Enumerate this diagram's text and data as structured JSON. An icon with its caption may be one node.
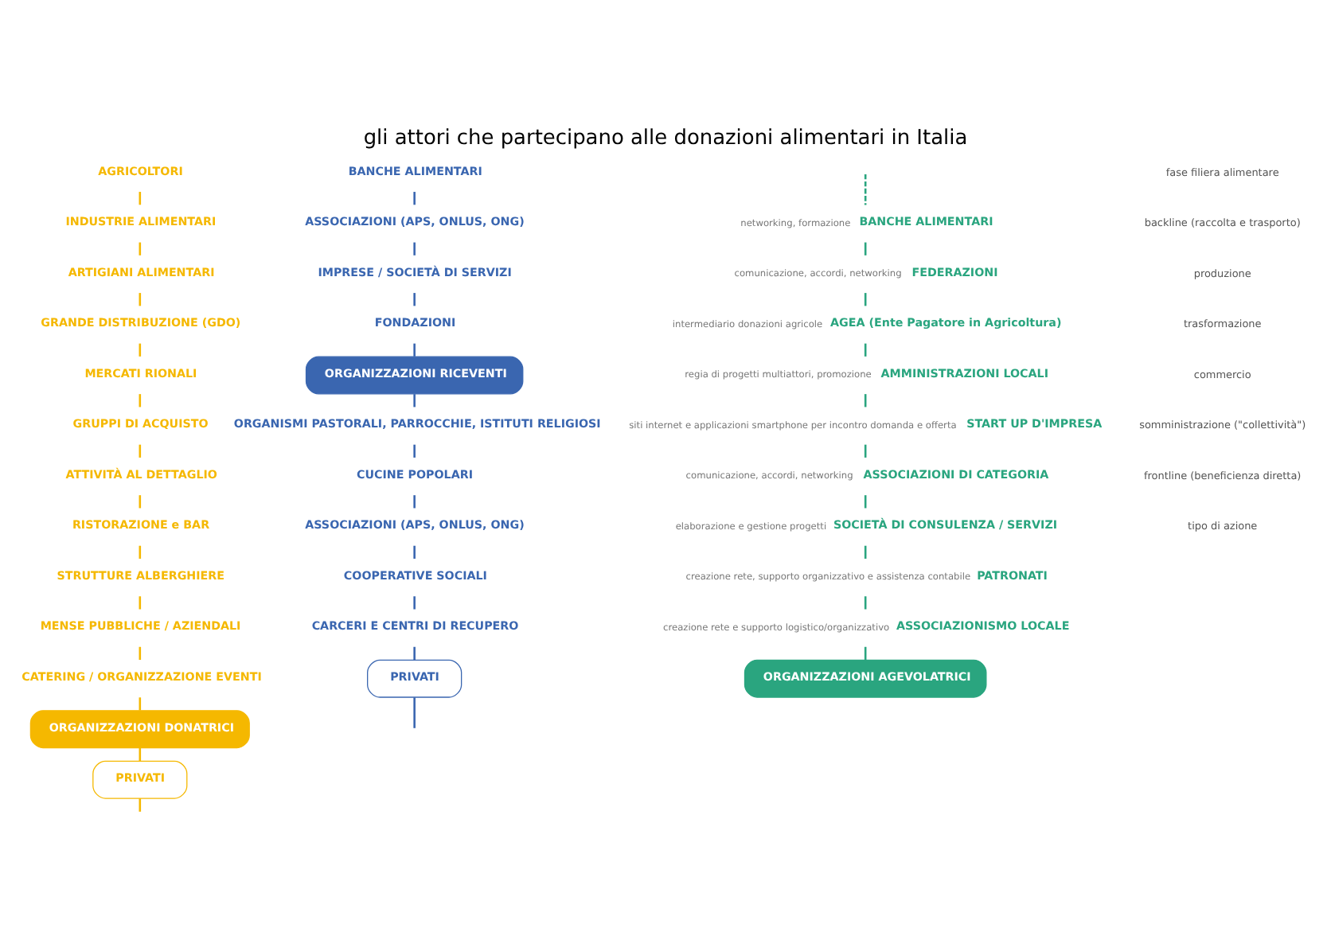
{
  "diagram": {
    "title": "gli attori che partecipano alle donazioni alimentari in Italia",
    "nodes": [
      {
        "text": [
          "AGRICOLTORI"
        ]
      },
      {
        "text": [
          "INDUSTRIE ALIMENTARI"
        ]
      },
      {
        "text": [
          "ARTIGIANI ALIMENTARI"
        ]
      },
      {
        "text": [
          "GRANDE DISTRIBUZIONE (GDO)"
        ]
      },
      {
        "text": [
          "MERCATI RIONALI"
        ]
      },
      {
        "text": [
          "GRUPPI DI ACQUISTO"
        ]
      },
      {
        "text": [
          "ATTIVITÀ AL DETTAGLIO"
        ]
      },
      {
        "text": [
          "RISTORAZIONE e BAR"
        ]
      },
      {
        "text": [
          "STRUTTURE ALBERGHIERE"
        ]
      },
      {
        "text": [
          "MENSE PUBBLICHE / AZIENDALI"
        ]
      },
      {
        "text": [
          "CATERING / ORGANIZZAZIONE EVENTI"
        ]
      },
      {
        "text": [
          "ORGANIZZAZIONI DONATRICI"
        ]
      },
      {
        "text": [
          "PRIVATI"
        ]
      },
      {
        "text": [
          "BANCHE ALIMENTARI"
        ]
      },
      {
        "text": [
          "ASSOCIAZIONI (APS, ONLUS, ONG)"
        ]
      },
      {
        "text": [
          "IMPRESE / SOCIETÀ DI SERVIZI"
        ]
      },
      {
        "text": [
          "FONDAZIONI"
        ]
      },
      {
        "text": [
          "ORGANIZZAZIONI RICEVENTI"
        ]
      },
      {
        "text": [
          "ORGANISMI PASTORALI, PARROCCHIE, ISTITUTI RELIGIOSI"
        ]
      },
      {
        "text": [
          "CUCINE POPOLARI"
        ]
      },
      {
        "text": [
          "ASSOCIAZIONI (APS, ONLUS, ONG)"
        ]
      },
      {
        "text": [
          "COOPERATIVE SOCIALI"
        ]
      },
      {
        "text": [
          "CARCERI E CENTRI DI RECUPERO"
        ]
      },
      {
        "text": [
          "PRIVATI"
        ]
      },
      {
        "text": [
          "BANCHE ALIMENTARI"
        ],
        "beside": [
          "networking, formazione"
        ]
      },
      {
        "text": [
          "FEDERAZIONI"
        ],
        "beside": [
          "comunicazione, accordi, networking"
        ]
      },
      {
        "text": [
          "AGEA (Ente Pagatore in Agricoltura)"
        ],
        "beside": [
          "intermediario donazioni agricole"
        ]
      },
      {
        "text": [
          "AMMINISTRAZIONI LOCALI"
        ],
        "beside": [
          "regia di progetti multiattori, promozione"
        ]
      },
      {
        "text": [
          "START UP D'IMPRESA"
        ],
        "beside": [
          "siti internet e applicazioni smartphone per incontro domanda e offerta"
        ]
      },
      {
        "text": [
          "ASSOCIAZIONI DI CATEGORIA"
        ],
        "beside": [
          "comunicazione, accordi, networking"
        ]
      },
      {
        "text": [
          "SOCIETÀ DI CONSULENZA / SERVIZI"
        ],
        "beside": [
          "elaborazione e gestione progetti"
        ]
      },
      {
        "text": [
          "PATRONATI"
        ],
        "beside": [
          "creazione rete, supporto organizzativo e assistenza contabile"
        ]
      },
      {
        "text": [
          "ASSOCIAZIONISMO LOCALE"
        ],
        "beside": [
          "creazione rete e supporto logistico/organizzativo"
        ]
      },
      {
        "text": [
          "ORGANIZZAZIONI AGEVOLATRICI"
        ]
      }
    ],
    "edges": [
      {
        "from": 0,
        "to": 1,
        "arrow": "none",
        "color": "#f5b800"
      },
      {
        "from": 1,
        "to": 2,
        "arrow": "none",
        "color": "#f5b800"
      },
      {
        "from": 2,
        "to": 3,
        "arrow": "none",
        "color": "#f5b800"
      },
      {
        "from": 3,
        "to": 4,
        "arrow": "none",
        "color": "#f5b800"
      },
      {
        "from": 4,
        "to": 5,
        "arrow": "none",
        "color": "#f5b800"
      },
      {
        "from": 5,
        "to": 6,
        "arrow": "none",
        "color": "#f5b800"
      },
      {
        "from": 6,
        "to": 7,
        "arrow": "none",
        "color": "#f5b800"
      },
      {
        "from": 7,
        "to": 8,
        "arrow": "none",
        "color": "#f5b800"
      },
      {
        "from": 8,
        "to": 9,
        "arrow": "none",
        "color": "#f5b800"
      },
      {
        "from": 9,
        "to": 10,
        "arrow": "none",
        "color": "#f5b800"
      },
      {
        "from": 10,
        "to": 11,
        "arrow": "none",
        "color": "#f5b800"
      },
      {
        "from": 11,
        "to": 12,
        "arrow": "none",
        "color": "#f5b800"
      },
      {
        "from": 12,
        "to": null,
        "arrow": "none",
        "color": "#f5b800"
      },
      {
        "from": 13,
        "to": 14,
        "arrow": "none",
        "color": "#3a66b0"
      },
      {
        "from": 14,
        "to": 15,
        "arrow": "none",
        "color": "#3a66b0"
      },
      {
        "from": 15,
        "to": 16,
        "arrow": "none",
        "color": "#3a66b0"
      },
      {
        "from": 16,
        "to": 17,
        "arrow": "none",
        "color": "#3a66b0"
      },
      {
        "from": 17,
        "to": 18,
        "arrow": "none",
        "color": "#3a66b0"
      },
      {
        "from": 18,
        "to": 19,
        "arrow": "none",
        "color": "#3a66b0"
      },
      {
        "from": 19,
        "to": 20,
        "arrow": "none",
        "color": "#3a66b0"
      },
      {
        "from": 20,
        "to": 21,
        "arrow": "none",
        "color": "#3a66b0"
      },
      {
        "from": 21,
        "to": 22,
        "arrow": "none",
        "color": "#3a66b0"
      },
      {
        "from": 22,
        "to": 23,
        "arrow": "none",
        "color": "#3a66b0"
      },
      {
        "from": 23,
        "to": null,
        "arrow": "none",
        "color": "#3a66b0"
      },
      {
        "from": null,
        "to": 24,
        "arrow": "none",
        "style": "dashed",
        "color": "#2aa57f"
      },
      {
        "from": 24,
        "to": 25,
        "arrow": "none",
        "color": "#2aa57f"
      },
      {
        "from": 25,
        "to": 26,
        "arrow": "none",
        "color": "#2aa57f"
      },
      {
        "from": 26,
        "to": 27,
        "arrow": "none",
        "color": "#2aa57f"
      },
      {
        "from": 27,
        "to": 28,
        "arrow": "none",
        "color": "#2aa57f"
      },
      {
        "from": 28,
        "to": 29,
        "arrow": "none",
        "color": "#2aa57f"
      },
      {
        "from": 29,
        "to": 30,
        "arrow": "none",
        "color": "#2aa57f"
      },
      {
        "from": 30,
        "to": 31,
        "arrow": "none",
        "color": "#2aa57f"
      },
      {
        "from": 31,
        "to": 32,
        "arrow": "none",
        "color": "#2aa57f"
      },
      {
        "from": 32,
        "to": 33,
        "arrow": "none",
        "color": "#2aa57f"
      }
    ],
    "labels": [
      "fase filiera alimentare",
      "backline (raccolta e trasporto)",
      "produzione",
      "trasformazione",
      "commercio",
      "somministrazione (\"collettività\")",
      "frontline (beneficienza diretta)",
      "tipo di azione"
    ]
  }
}
